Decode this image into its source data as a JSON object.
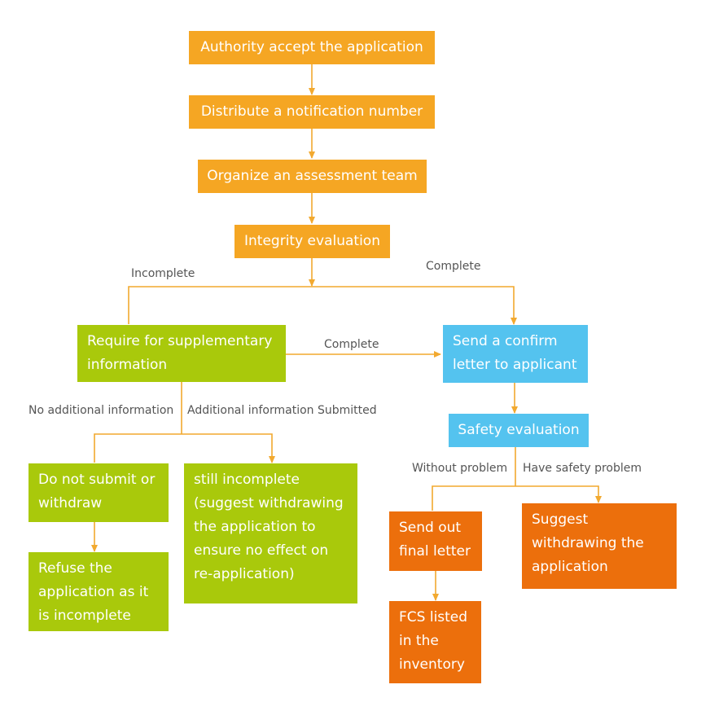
{
  "colors": {
    "arrow": "#f2a92f",
    "orange": "#f5a623",
    "green": "#a9c90b",
    "blue": "#54c3ef",
    "dark_orange": "#ec6f0c"
  },
  "nodes": {
    "accept": "Authority accept the application",
    "distribute": "Distribute a notification number",
    "organize": "Organize an assessment team",
    "integrity": "Integrity evaluation",
    "require": "Require for supplementary\ninformation",
    "confirm": "Send a confirm\nletter to applicant",
    "safety": "Safety evaluation",
    "not_submit": "Do not submit or\nwithdraw",
    "still_incomplete": "still incomplete\n(suggest withdrawing\nthe application to\nensure no effect on\nre-application)",
    "refuse": "Refuse the\napplication as it\nis incomplete",
    "final_letter": "Send out\nfinal letter",
    "suggest_withdraw": "Suggest\nwithdrawing the\napplication",
    "fcs_listed": "FCS listed\nin the\ninventory"
  },
  "labels": {
    "incomplete": "Incomplete",
    "complete_top": "Complete",
    "complete_mid": "Complete",
    "no_additional": "No additional information",
    "additional_submitted": "Additional information Submitted",
    "without_problem": "Without problem",
    "have_safety_problem": "Have safety problem"
  }
}
